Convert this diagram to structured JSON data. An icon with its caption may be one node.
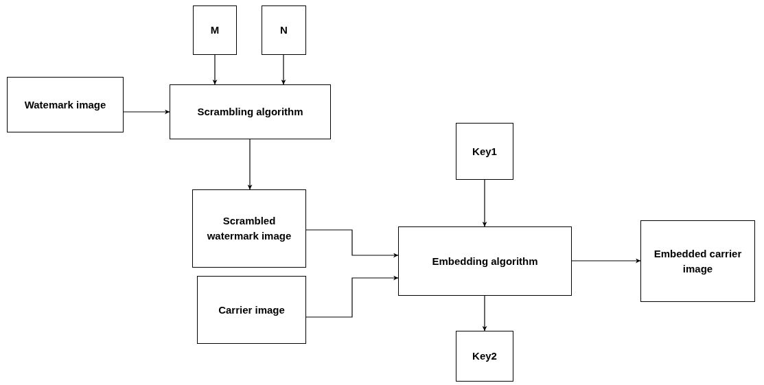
{
  "diagram": {
    "nodes": [
      {
        "text": [
          "M"
        ]
      },
      {
        "text": [
          "N"
        ]
      },
      {
        "text": [
          "Watemark image"
        ]
      },
      {
        "text": [
          "Scrambling algorithm"
        ]
      },
      {
        "text": [
          "Scrambled watermark image"
        ]
      },
      {
        "text": [
          "Key1"
        ]
      },
      {
        "text": [
          "Embedding algorithm"
        ]
      },
      {
        "text": [
          "Carrier image"
        ]
      },
      {
        "text": [
          "Embedded carrier image"
        ]
      },
      {
        "text": [
          "Key2"
        ]
      }
    ],
    "edges": [
      {
        "from": 0,
        "to": 3,
        "arrow": "to"
      },
      {
        "from": 1,
        "to": 3,
        "arrow": "to"
      },
      {
        "from": 2,
        "to": 3,
        "arrow": "to"
      },
      {
        "from": 3,
        "to": 4,
        "arrow": "to"
      },
      {
        "from": 4,
        "to": 6,
        "arrow": "to"
      },
      {
        "from": 7,
        "to": 6,
        "arrow": "to"
      },
      {
        "from": 5,
        "to": 6,
        "arrow": "to"
      },
      {
        "from": 6,
        "to": 8,
        "arrow": "to"
      },
      {
        "from": 6,
        "to": 9,
        "arrow": "to"
      }
    ]
  }
}
